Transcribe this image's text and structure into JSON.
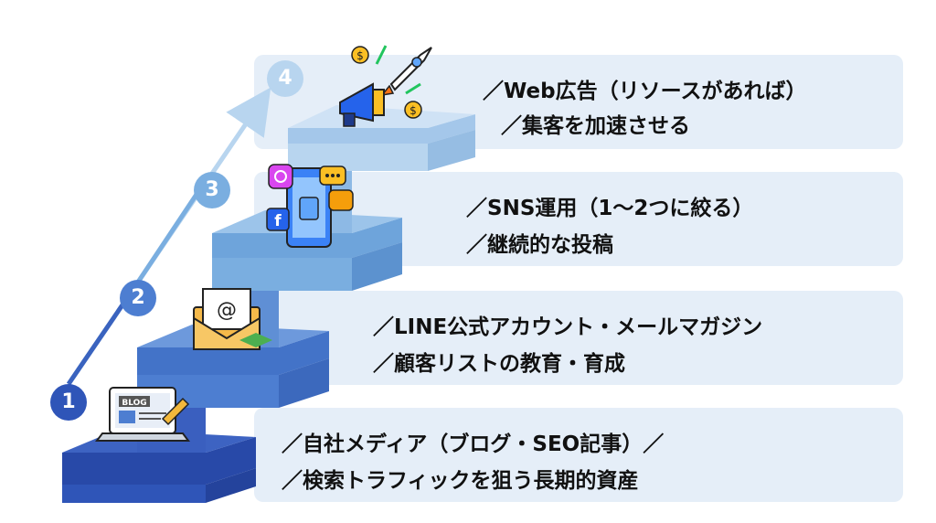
{
  "colors": {
    "step1": "#2f55b8",
    "step2": "#4d7ed1",
    "step3": "#7aaee0",
    "step4": "#b8d5ef",
    "box_bg": "#e5eef8",
    "text": "#111111"
  },
  "steps": [
    {
      "number": "1",
      "line1": "／自社メディア（ブログ・SEO記事）／",
      "line2": "／検索トラフィックを狙う長期的資産",
      "icon": "blog-laptop-icon",
      "icon_label": "BLOG"
    },
    {
      "number": "2",
      "line1": "／LINE公式アカウント・メールマガジン",
      "line2": "／顧客リストの教育・育成",
      "icon": "email-envelope-icon",
      "icon_label": "@"
    },
    {
      "number": "3",
      "line1": "／SNS運用（1〜2つに絞る）",
      "line2": "／継続的な投稿",
      "icon": "sns-smartphone-icon"
    },
    {
      "number": "4",
      "line1": "／Web広告（リソースがあれば）",
      "line2": "／集客を加速させる",
      "icon": "rocket-megaphone-icon"
    }
  ]
}
